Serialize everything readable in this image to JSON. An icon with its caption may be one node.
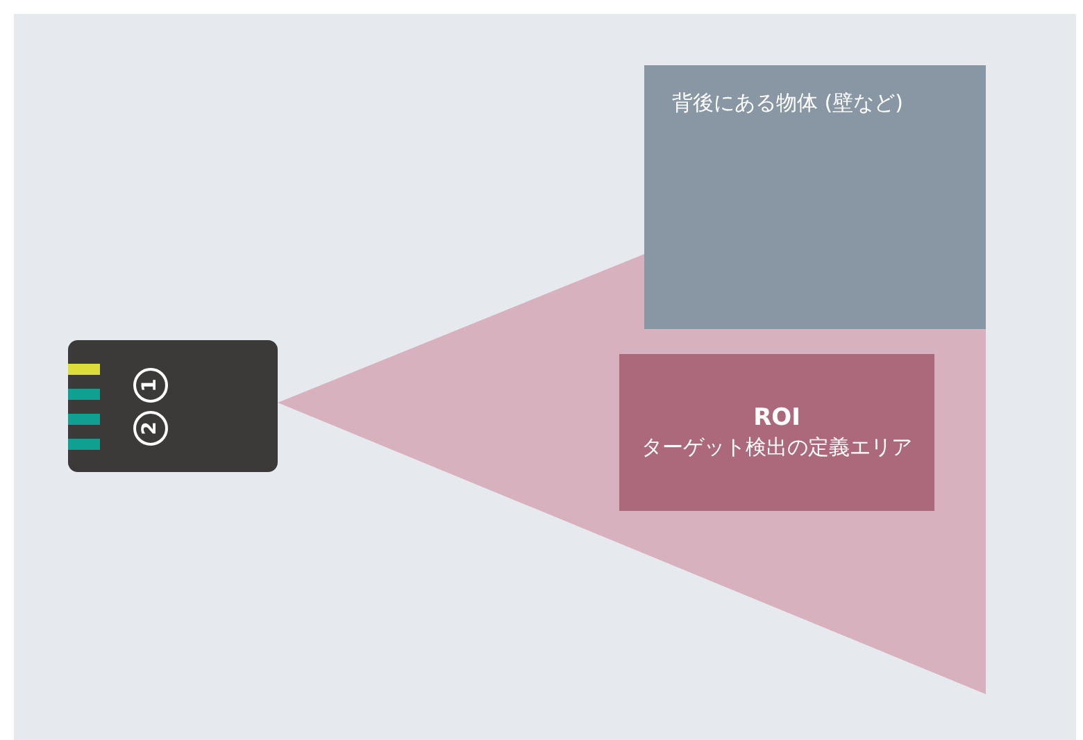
{
  "diagram": {
    "nodes": [
      {
        "text": [
          "1",
          "2"
        ]
      },
      {
        "text": [
          "背後にある物体 (壁など)"
        ]
      },
      {
        "text": [
          "ROI",
          "ターゲット検出の定義エリア"
        ]
      }
    ]
  }
}
